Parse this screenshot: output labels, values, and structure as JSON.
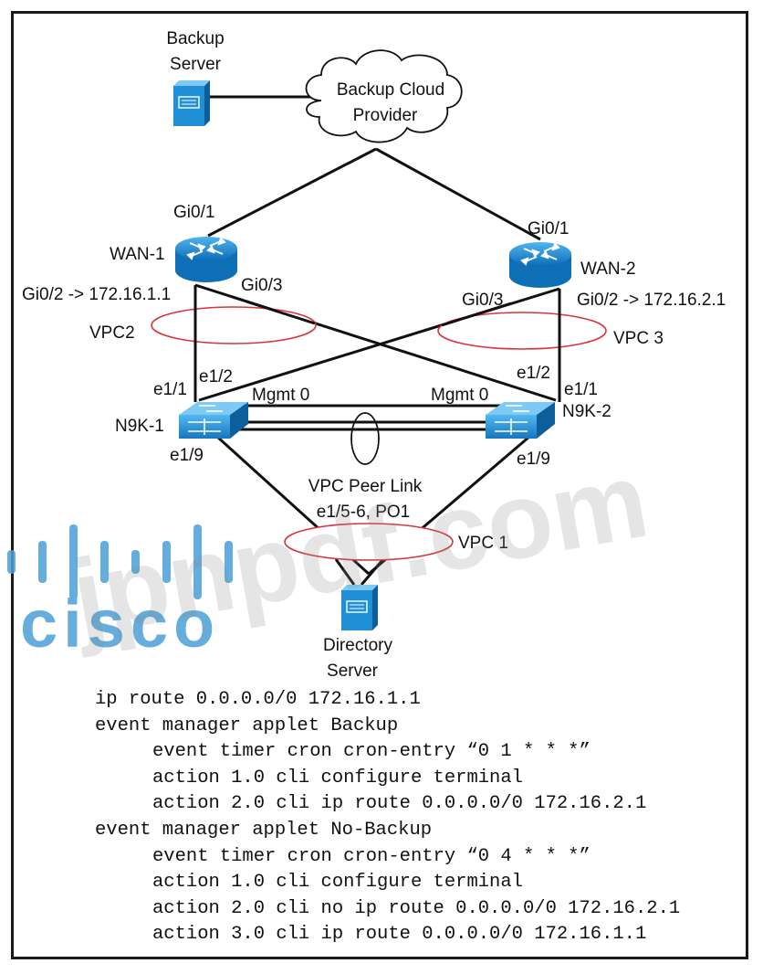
{
  "nodes": {
    "backup_server": [
      "Backup",
      "Server"
    ],
    "cloud": [
      "Backup Cloud",
      "Provider"
    ],
    "wan1": "WAN-1",
    "wan2": "WAN-2",
    "n9k1": "N9K-1",
    "n9k2": "N9K-2",
    "directory_server": [
      "Directory",
      "Server"
    ]
  },
  "interfaces": {
    "wan1_gi01": "Gi0/1",
    "wan2_gi01": "Gi0/1",
    "wan1_gi02": "Gi0/2 -> 172.16.1.1",
    "wan2_gi02": "Gi0/2 -> 172.16.2.1",
    "wan1_gi03": "Gi0/3",
    "wan2_gi03": "Gi0/3",
    "n9k1_e11": "e1/1",
    "n9k1_e12": "e1/2",
    "n9k2_e12": "e1/2",
    "n9k2_e11": "e1/1",
    "mgmt_left": "Mgmt 0",
    "mgmt_right": "Mgmt 0",
    "n9k1_e19": "e1/9",
    "n9k2_e19": "e1/9"
  },
  "vpcs": {
    "vpc2": "VPC2",
    "vpc3": "VPC 3",
    "vpc1": "VPC 1",
    "peer_link": [
      "VPC Peer Link",
      "e1/5-6, PO1"
    ]
  },
  "watermark": {
    "brand": "cisco",
    "site": "jpnpdf.com"
  },
  "colors": {
    "device_blue": "#1f8fd6",
    "vpc_ellipse": "#d9343a",
    "watermark": "#4a9fd8"
  },
  "config_lines": [
    {
      "text": "ip route 0.0.0.0/0 172.16.1.1",
      "indent": false
    },
    {
      "text": "event manager applet Backup",
      "indent": false
    },
    {
      "text": "event timer cron cron-entry “0 1 * * *”",
      "indent": true
    },
    {
      "text": "action 1.0 cli configure terminal",
      "indent": true
    },
    {
      "text": "action 2.0 cli ip route 0.0.0.0/0 172.16.2.1",
      "indent": true
    },
    {
      "text": "event manager applet No-Backup",
      "indent": false
    },
    {
      "text": "event timer cron cron-entry “0 4 * * *”",
      "indent": true
    },
    {
      "text": "action 1.0 cli configure terminal",
      "indent": true
    },
    {
      "text": "action 2.0 cli no ip route 0.0.0.0/0 172.16.2.1",
      "indent": true
    },
    {
      "text": "action 3.0 cli ip route 0.0.0.0/0 172.16.1.1",
      "indent": true
    }
  ]
}
